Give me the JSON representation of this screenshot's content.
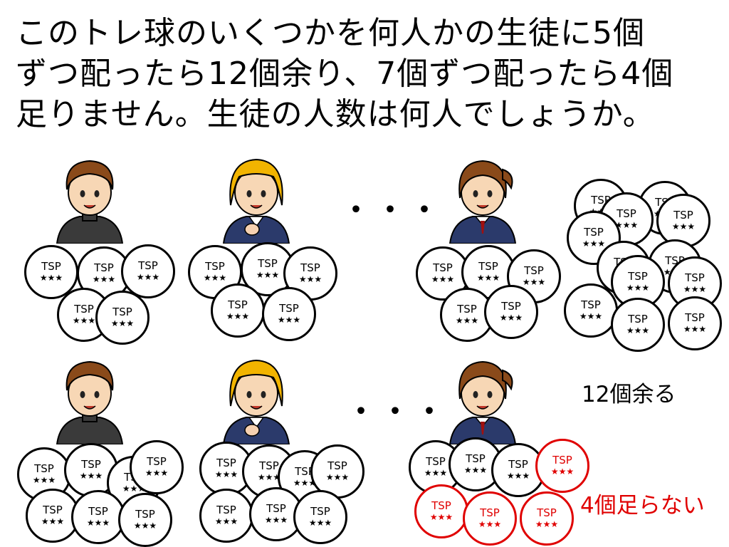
{
  "title": {
    "lines": [
      "このトレ球のいくつかを何人かの生徒に5個",
      "ずつ配ったら12個余り、7個ずつ配ったら4個",
      "足りません。生徒の人数は何人でしょうか。"
    ]
  },
  "ball": {
    "label": "TSP",
    "stars": "★★★"
  },
  "ellipsis": "・・・",
  "annotations": {
    "leftover": "12個余る",
    "shortage": "4個足らない"
  },
  "colors": {
    "shortage": "#e00000",
    "student_uniform": "#2b3a6b",
    "boy_uniform": "#3a3a3a",
    "hair_brown": "#8a4a1a",
    "hair_blonde": "#f2b400"
  }
}
